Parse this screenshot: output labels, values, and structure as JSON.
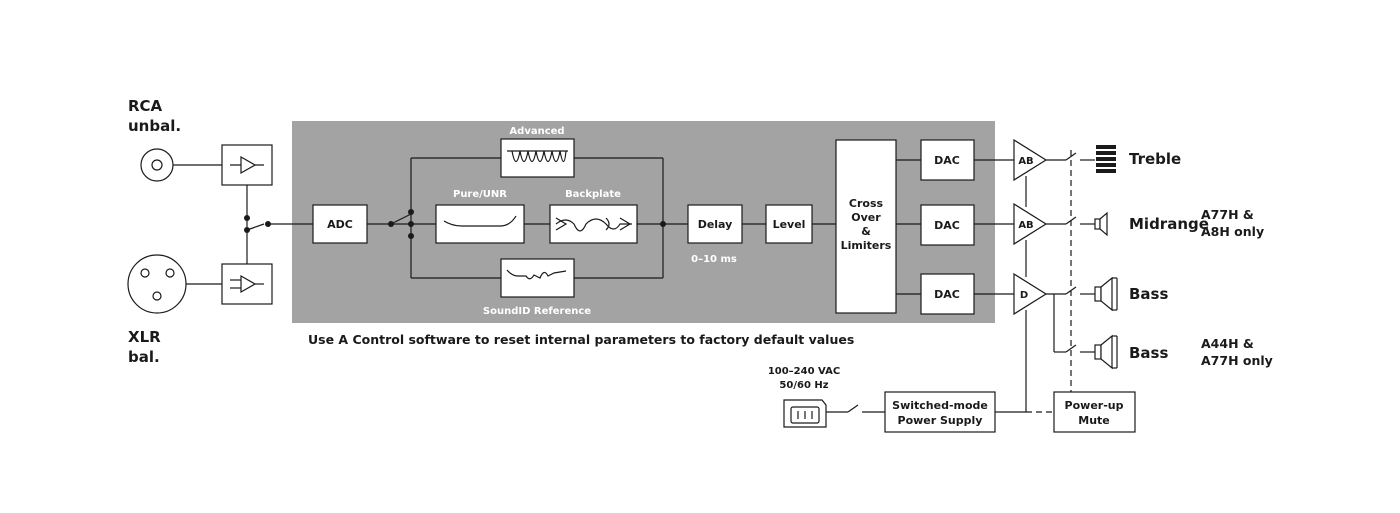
{
  "inputs": {
    "rca_line1": "RCA",
    "rca_line2": "unbal.",
    "xlr_line1": "XLR",
    "xlr_line2": "bal."
  },
  "dsp": {
    "adc": "ADC",
    "advanced": "Advanced",
    "pure_unr": "Pure/UNR",
    "backplate": "Backplate",
    "soundid": "SoundID Reference",
    "delay": "Delay",
    "delay_range": "0–10 ms",
    "level": "Level",
    "crossover_line1": "Cross",
    "crossover_line2": "Over",
    "crossover_line3": "&",
    "crossover_line4": "Limiters",
    "dac": "DAC",
    "note": "Use A Control software to reset internal parameters to factory default values",
    "panel_color": "#a3a3a3"
  },
  "amps": {
    "ab": "AB",
    "d": "D"
  },
  "outputs": {
    "treble": "Treble",
    "midrange": "Midrange",
    "bass": "Bass",
    "mid_note_line1": "A77H &",
    "mid_note_line2": "A8H only",
    "bass2_note_line1": "A44H &",
    "bass2_note_line2": "A77H only",
    "note_color": "#a8a8a8"
  },
  "power": {
    "voltage": "100–240 VAC",
    "frequency": "50/60 Hz",
    "psu_line1": "Switched-mode",
    "psu_line2": "Power Supply",
    "mute_line1": "Power-up",
    "mute_line2": "Mute"
  }
}
